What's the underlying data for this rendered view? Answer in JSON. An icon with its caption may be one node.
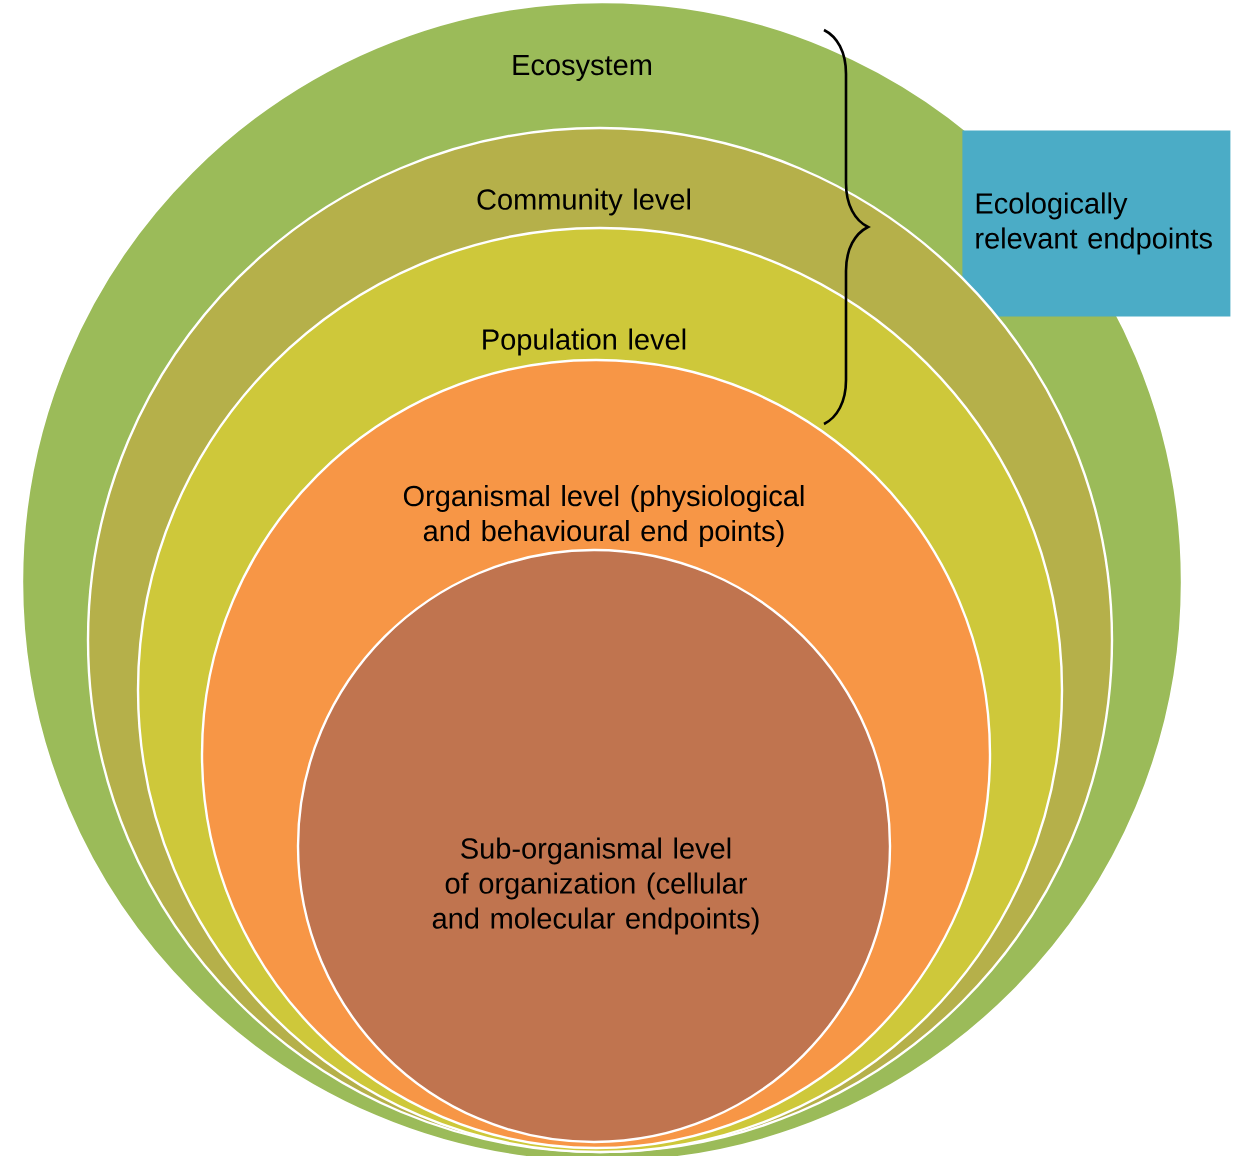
{
  "diagram": {
    "nodes": [
      {
        "text": [
          "Ecosystem"
        ]
      },
      {
        "text": [
          "Community level"
        ],
        "in": 0
      },
      {
        "text": [
          "Population level"
        ],
        "in": 1
      },
      {
        "text": [
          "Organismal level (physiological and behavioural end points)"
        ],
        "in": 2
      },
      {
        "text": [
          "Sub-organismal level of organization (cellular and molecular endpoints)"
        ],
        "in": 3
      },
      {
        "text": [
          "Ecologically relevant endpoints"
        ]
      }
    ],
    "edges": []
  }
}
